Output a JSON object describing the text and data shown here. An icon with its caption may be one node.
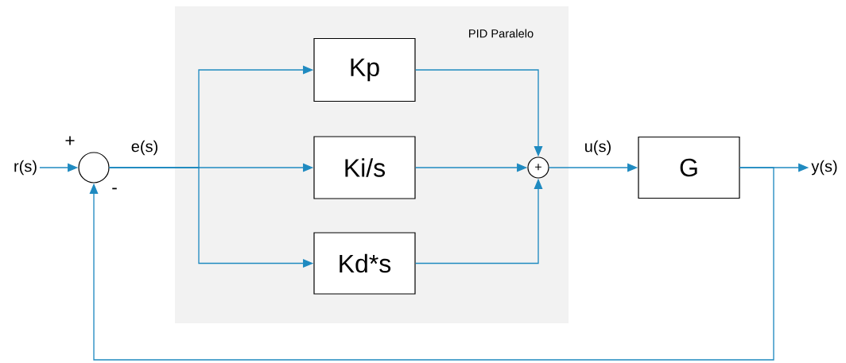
{
  "diagram": {
    "nodes": [
      {
        "text": [
          "PID Paralelo"
        ]
      },
      {
        "text": [
          "r(s)"
        ]
      },
      {
        "text": [],
        "shape": "circle",
        "beside": [
          "+",
          "-"
        ]
      },
      {
        "text": [
          "Kp"
        ],
        "in": 0
      },
      {
        "text": [
          "Ki/s"
        ],
        "in": 0
      },
      {
        "text": [
          "Kd*s"
        ],
        "in": 0
      },
      {
        "text": [
          "+"
        ],
        "in": 0
      },
      {
        "text": [
          "G"
        ]
      },
      {
        "text": [
          "y(s)"
        ]
      }
    ],
    "edges": [
      {
        "from": 1,
        "to": 2,
        "arrow": "to"
      },
      {
        "from": 2,
        "to": 3,
        "arrow": "to"
      },
      {
        "from": 2,
        "to": 4,
        "arrow": "to",
        "label": "e(s)"
      },
      {
        "from": 2,
        "to": 5,
        "arrow": "to"
      },
      {
        "from": 3,
        "to": 6,
        "arrow": "to"
      },
      {
        "from": 4,
        "to": 6,
        "arrow": "to"
      },
      {
        "from": 5,
        "to": 6,
        "arrow": "to"
      },
      {
        "from": 6,
        "to": 7,
        "arrow": "to",
        "label": "u(s)"
      },
      {
        "from": 7,
        "to": 8,
        "arrow": "to"
      },
      {
        "from": 7,
        "to": 2,
        "arrow": "to"
      }
    ]
  }
}
